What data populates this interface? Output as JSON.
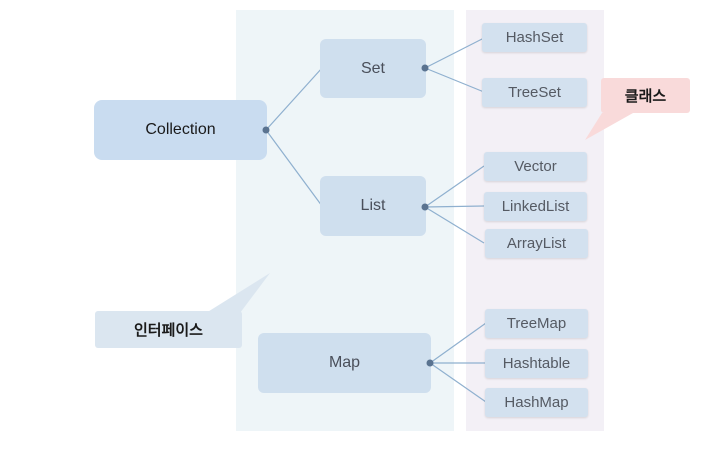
{
  "root": {
    "label": "Collection"
  },
  "interfaces": {
    "set": "Set",
    "list": "List",
    "map": "Map"
  },
  "classes": {
    "set": [
      "HashSet",
      "TreeSet"
    ],
    "list": [
      "Vector",
      "LinkedList",
      "ArrayList"
    ],
    "map": [
      "TreeMap",
      "Hashtable",
      "HashMap"
    ]
  },
  "callouts": {
    "class_label": "클래스",
    "interface_label": "인터페이스"
  },
  "colors": {
    "interface_panel": "#eef5f8",
    "class_panel": "#f3f0f6",
    "node_fill": "#d3e1ef",
    "class_callout": "#f9dada",
    "interface_callout": "#dbe6f0",
    "connector": "#8fb0cf",
    "dot": "#5a7390"
  }
}
